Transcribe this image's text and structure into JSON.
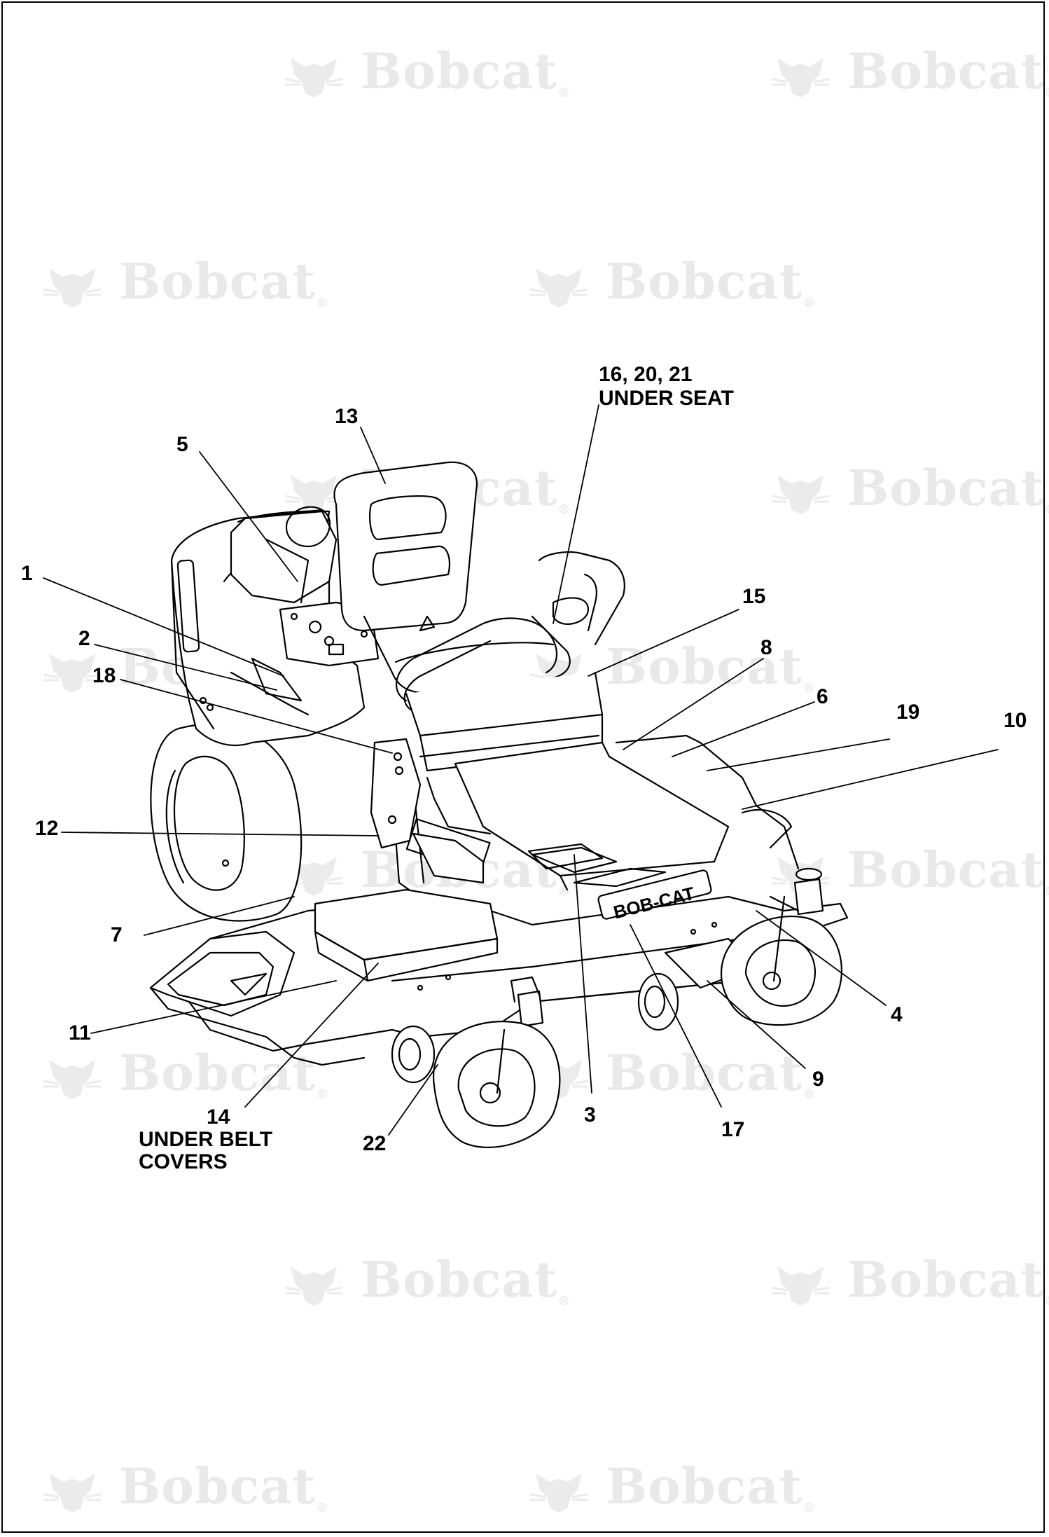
{
  "watermark": {
    "text": "Bobcat",
    "symbol": "®"
  },
  "callouts": {
    "c1": "1",
    "c2": "2",
    "c3": "3",
    "c4": "4",
    "c5": "5",
    "c6": "6",
    "c7": "7",
    "c8": "8",
    "c9": "9",
    "c10": "10",
    "c11": "11",
    "c12": "12",
    "c13": "13",
    "c14": "14",
    "c15": "15",
    "c17": "17",
    "c18": "18",
    "c19": "19",
    "c22": "22",
    "c16_line1": "16, 20, 21",
    "c16_line2": "UNDER SEAT",
    "c14_line2": "UNDER BELT",
    "c14_line3": "COVERS"
  },
  "deck_brand": "BOB-CAT",
  "icons": [
    "bobcat-watermark-icon"
  ]
}
